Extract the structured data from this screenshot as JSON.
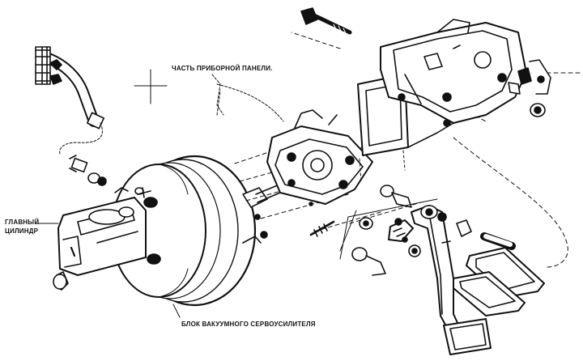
{
  "labels": {
    "dash_panel": "ЧАСТЬ ПРИБОРНОЙ ПАНЕЛИ.",
    "master_cylinder_line1": "ГЛАВНЫЙ",
    "master_cylinder_line2": "ЦИЛИНДР",
    "vacuum_booster": "БЛОК ВАКУУМНОГО СЕРВОУСИЛИТЕЛЯ"
  },
  "colors": {
    "ink": "#111111",
    "paper": "#ffffff"
  }
}
